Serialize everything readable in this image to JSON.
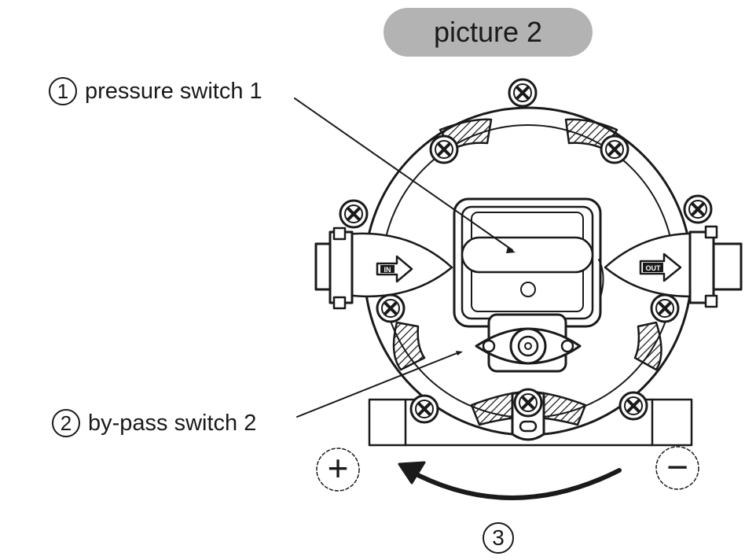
{
  "title": "picture 2",
  "callouts": [
    {
      "num": "1",
      "text": "pressure switch 1"
    },
    {
      "num": "2",
      "text": "by-pass switch 2"
    },
    {
      "num": "3",
      "text": ""
    }
  ],
  "ports": {
    "inlet": "IN",
    "outlet": "OUT"
  },
  "polarity": {
    "positive": "+",
    "negative": "−"
  }
}
